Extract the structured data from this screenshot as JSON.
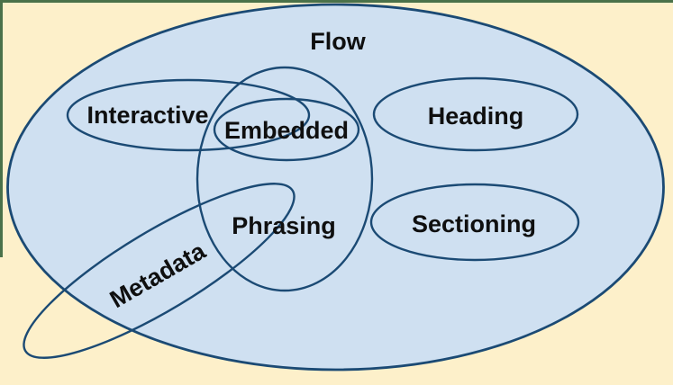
{
  "colors": {
    "canvas_background": "#fdf0ca",
    "set_fill": "#cfe0f1",
    "set_outline": "#1b4a74",
    "label_text": "#0f0f0f",
    "frame_border": "#4a7149"
  },
  "venn": {
    "sets": [
      {
        "id": "flow",
        "label": "Flow"
      },
      {
        "id": "interactive",
        "label": "Interactive"
      },
      {
        "id": "embedded",
        "label": "Embedded"
      },
      {
        "id": "heading",
        "label": "Heading"
      },
      {
        "id": "phrasing",
        "label": "Phrasing"
      },
      {
        "id": "sectioning",
        "label": "Sectioning"
      },
      {
        "id": "metadata",
        "label": "Metadata"
      }
    ]
  }
}
